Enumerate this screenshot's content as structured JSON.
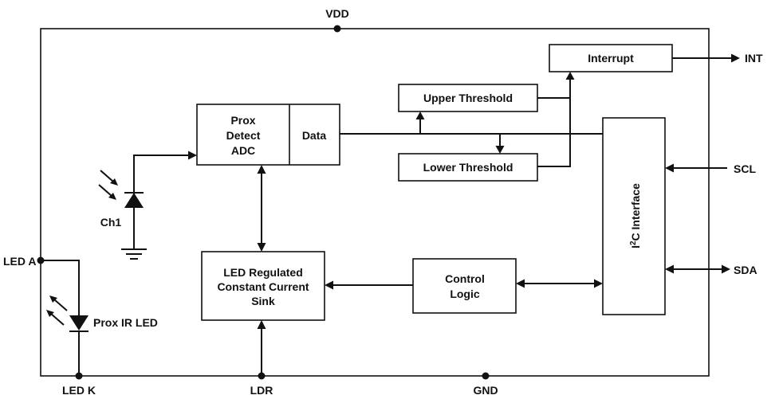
{
  "pins": {
    "vdd": "VDD",
    "int": "INT",
    "scl": "SCL",
    "sda": "SDA",
    "led_a": "LED A",
    "led_k": "LED K",
    "ldr": "LDR",
    "gnd": "GND"
  },
  "blocks": {
    "interrupt": "Interrupt",
    "upper_threshold": "Upper Threshold",
    "lower_threshold": "Lower Threshold",
    "prox_adc": [
      "Prox",
      "Detect",
      "ADC"
    ],
    "data": "Data",
    "led_sink": [
      "LED Regulated",
      "Constant Current",
      "Sink"
    ],
    "control_logic": [
      "Control",
      "Logic"
    ],
    "i2c": {
      "i": "I",
      "sup": "2",
      "rest": "C Interface"
    }
  },
  "components": {
    "photodiode": "Ch1",
    "ir_led": "Prox IR LED"
  },
  "colors": {
    "line": "#111111",
    "background": "#ffffff"
  }
}
